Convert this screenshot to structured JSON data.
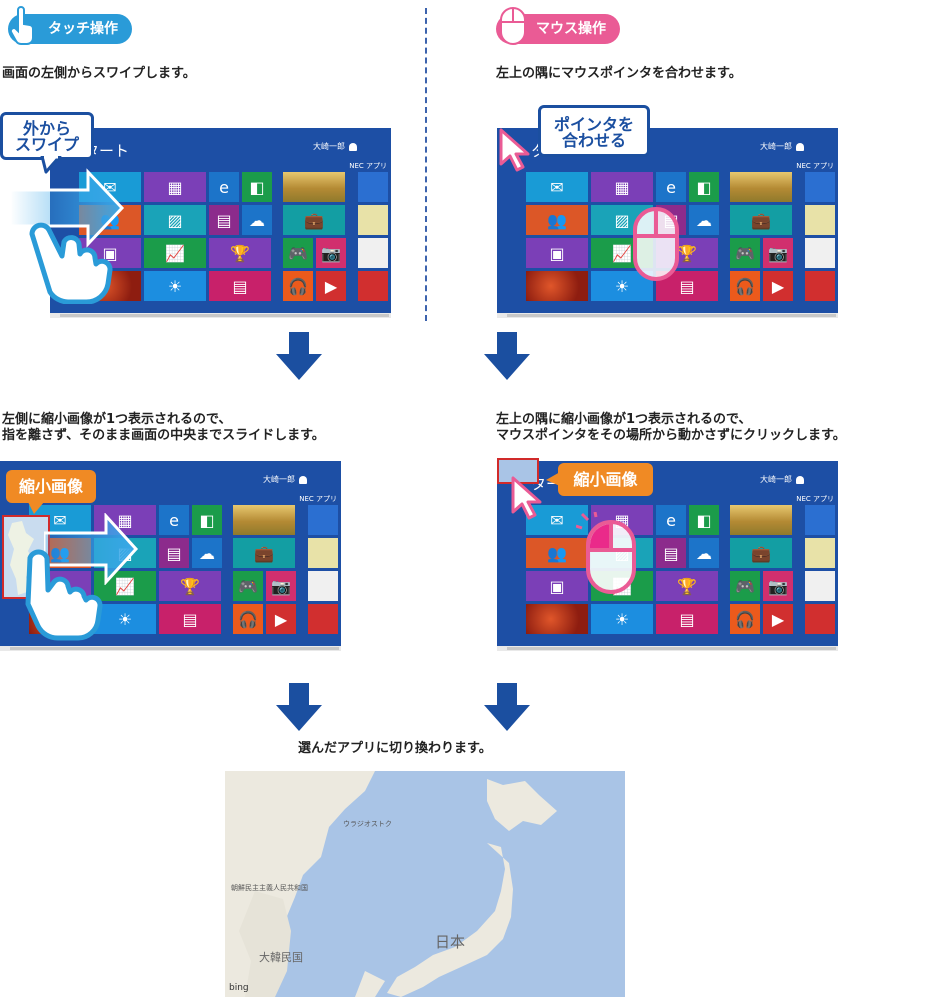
{
  "touch": {
    "badge": "タッチ操作",
    "step1": "画面の左側からスワイプします。",
    "callout": [
      "外から",
      "スワイプ"
    ],
    "step2": [
      "左側に縮小画像が1つ表示されるので、",
      "指を離さず、そのまま画面の中央までスライドします。"
    ],
    "thumb_label": "縮小画像"
  },
  "mouse": {
    "badge": "マウス操作",
    "step1": "左上の隅にマウスポインタを合わせます。",
    "callout": [
      "ポインタを",
      "合わせる"
    ],
    "step2": [
      "左上の隅に縮小画像が1つ表示されるので、",
      "マウスポインタをその場所から動かさずにクリックします。"
    ],
    "thumb_label": "縮小画像"
  },
  "result": "選んだアプリに切り換わります。",
  "screen": {
    "start": "タート",
    "user": "大崎一郎",
    "nec_apps": "NEC アプリ"
  },
  "map": {
    "labels": [
      "朝鮮民主主義人民共和国",
      "日本",
      "大韓民国",
      "ウラジオストク",
      "bing"
    ]
  },
  "colors": {
    "touch": "#2a9bd8",
    "mouse": "#ea5b95",
    "screen_bg": "#1d4fa5",
    "arrow": "#1b4fa0",
    "thumb_label": "#f08a24"
  }
}
